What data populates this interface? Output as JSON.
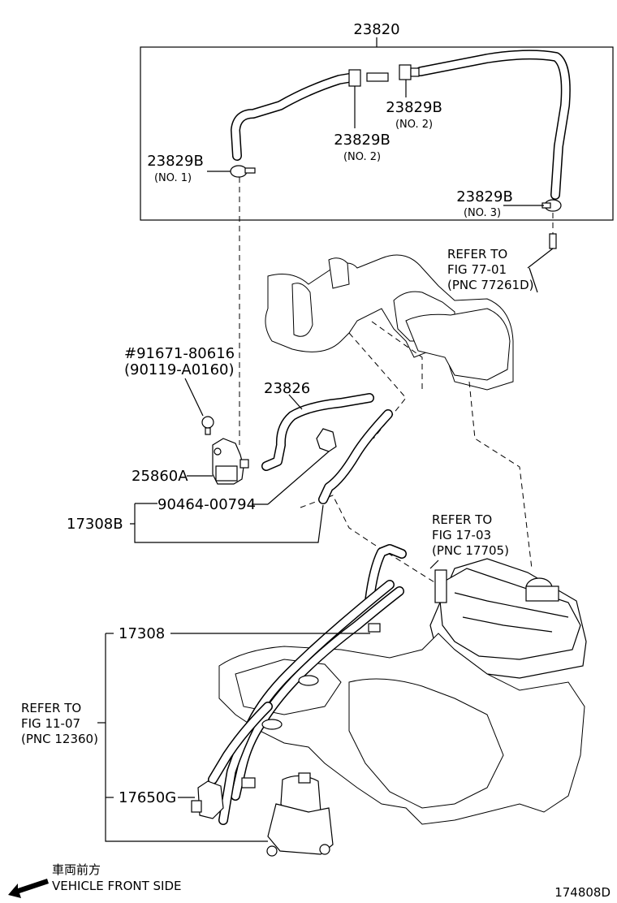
{
  "labels": {
    "p23820": "23820",
    "p23829b_no2_right": "23829B",
    "p23829b_no2_right_sub": "(NO. 2)",
    "p23829b_no2_left": "23829B",
    "p23829b_no2_left_sub": "(NO. 2)",
    "p23829b_no1": "23829B",
    "p23829b_no1_sub": "(NO. 1)",
    "p23829b_no3": "23829B",
    "p23829b_no3_sub": "(NO. 3)",
    "bolt_line1": "#91671-80616",
    "bolt_line2": "(90119-A0160)",
    "p23826": "23826",
    "p25860a": "25860A",
    "p90464": "90464-00794",
    "p17308b": "17308B",
    "p17308": "17308",
    "p17650g": "17650G"
  },
  "refs": {
    "ref77": {
      "line1": "REFER TO",
      "line2": "FIG 77-01",
      "line3": "(PNC 77261D)"
    },
    "ref17": {
      "line1": "REFER TO",
      "line2": "FIG 17-03",
      "line3": "(PNC 17705)"
    },
    "ref11": {
      "line1": "REFER TO",
      "line2": "FIG 11-07",
      "line3": "(PNC 12360)"
    }
  },
  "footer": {
    "direction_jp": "車両前方",
    "direction_en": "VEHICLE FRONT SIDE",
    "diagram_id": "174808D"
  },
  "icons": {
    "front_arrow": "front-direction-arrow-icon"
  }
}
